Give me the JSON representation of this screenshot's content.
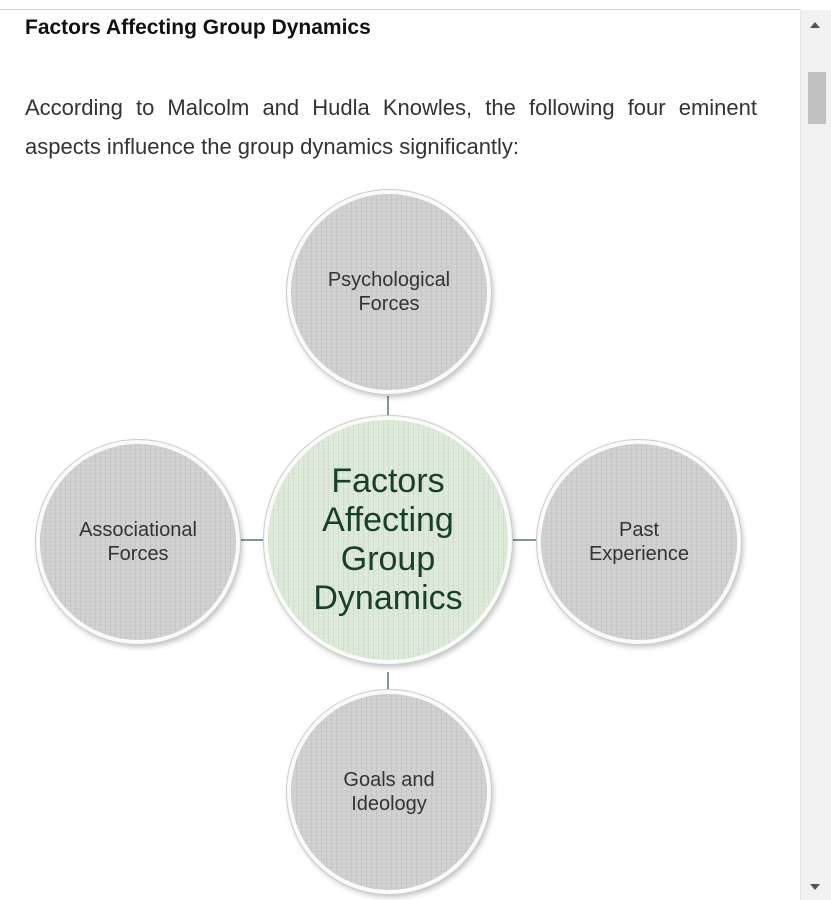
{
  "article": {
    "heading": "Factors Affecting Group Dynamics",
    "intro": "According to Malcolm and Hudla Knowles, the following four eminent aspects influence the group dynamics significantly:"
  },
  "diagram": {
    "center": "Factors Affecting Group Dynamics",
    "top": "Psychological Forces",
    "left": "Associational Forces",
    "right": "Past Experience",
    "bottom": "Goals and Ideology"
  }
}
